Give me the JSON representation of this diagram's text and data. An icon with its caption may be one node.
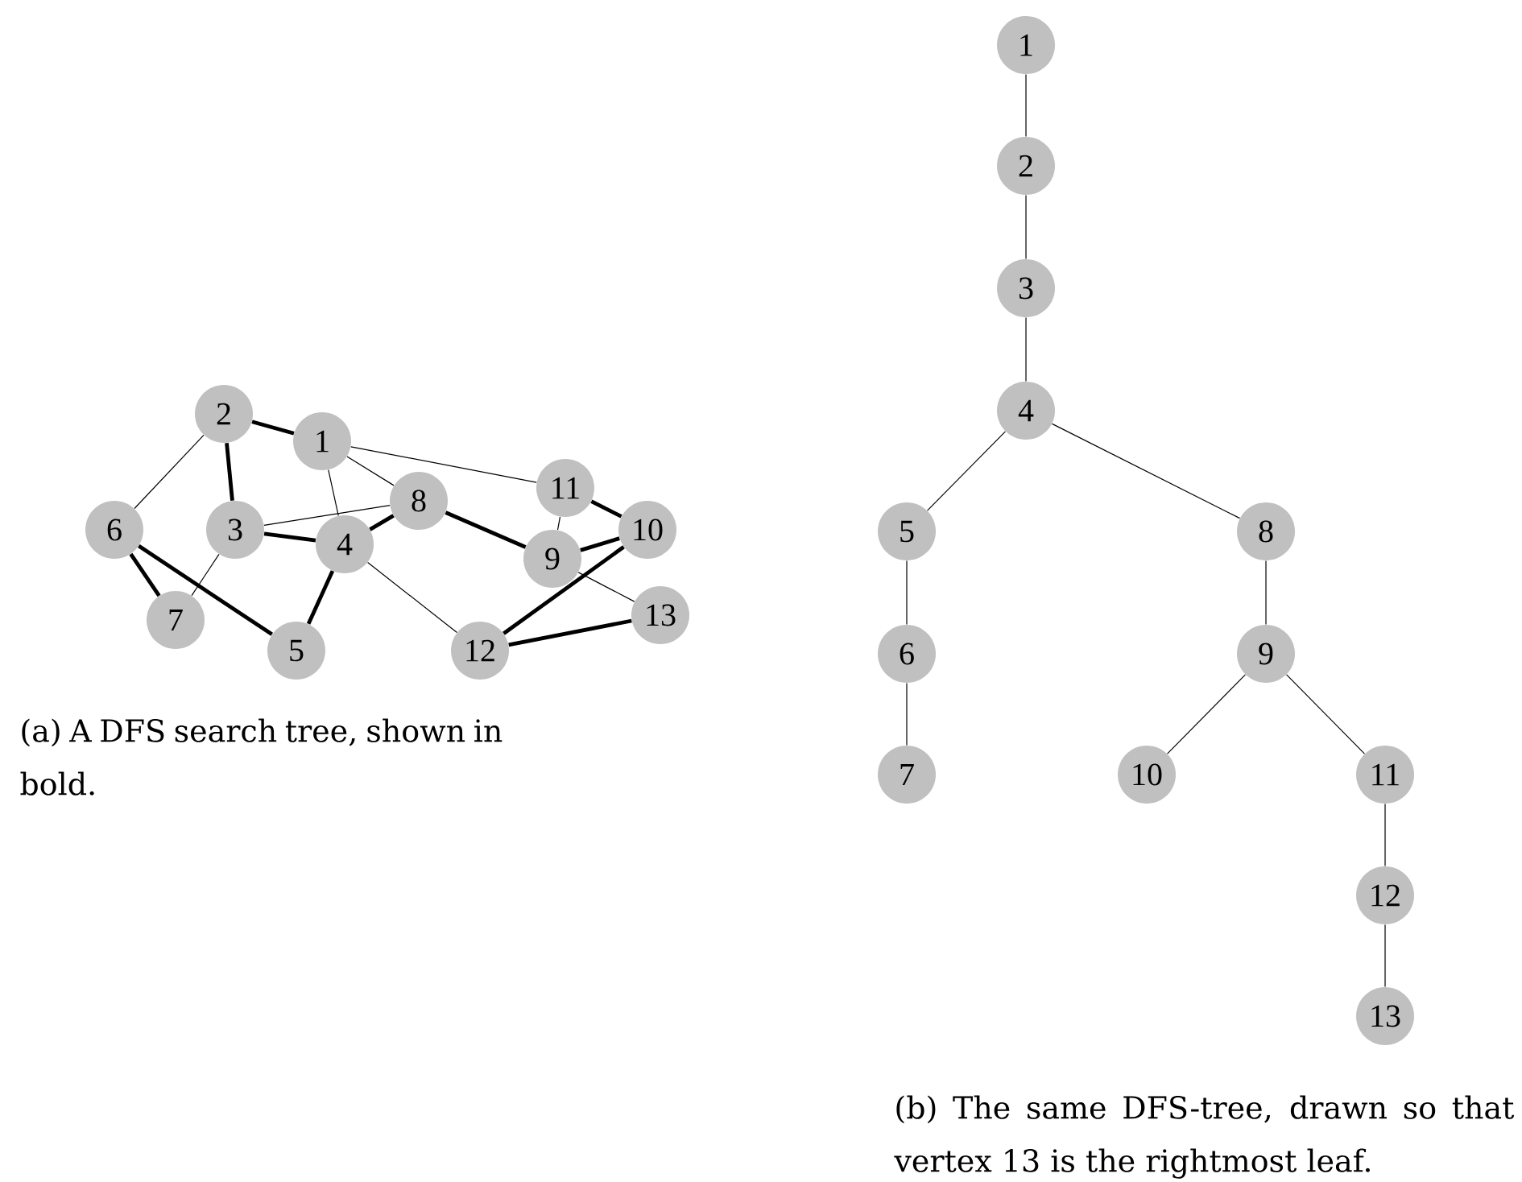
{
  "diagram": {
    "nodes": [
      {
        "text": [
          "1"
        ]
      },
      {
        "text": [
          "2"
        ]
      },
      {
        "text": [
          "3"
        ]
      },
      {
        "text": [
          "4"
        ]
      },
      {
        "text": [
          "5"
        ]
      },
      {
        "text": [
          "6"
        ]
      },
      {
        "text": [
          "7"
        ]
      },
      {
        "text": [
          "8"
        ]
      },
      {
        "text": [
          "9"
        ]
      },
      {
        "text": [
          "10"
        ]
      },
      {
        "text": [
          "11"
        ]
      },
      {
        "text": [
          "12"
        ]
      },
      {
        "text": [
          "13"
        ]
      },
      {
        "text": [
          "1"
        ]
      },
      {
        "text": [
          "2"
        ]
      },
      {
        "text": [
          "3"
        ]
      },
      {
        "text": [
          "4"
        ]
      },
      {
        "text": [
          "5"
        ]
      },
      {
        "text": [
          "6"
        ]
      },
      {
        "text": [
          "7"
        ]
      },
      {
        "text": [
          "8"
        ]
      },
      {
        "text": [
          "9"
        ]
      },
      {
        "text": [
          "10"
        ]
      },
      {
        "text": [
          "11"
        ]
      },
      {
        "text": [
          "12"
        ]
      },
      {
        "text": [
          "13"
        ]
      }
    ],
    "edges": [
      {
        "from": 1,
        "to": 0,
        "arrow": "none",
        "style": "thick"
      },
      {
        "from": 1,
        "to": 2,
        "arrow": "none",
        "style": "thick"
      },
      {
        "from": 1,
        "to": 5,
        "arrow": "none"
      },
      {
        "from": 0,
        "to": 3,
        "arrow": "none"
      },
      {
        "from": 0,
        "to": 7,
        "arrow": "none"
      },
      {
        "from": 0,
        "to": 10,
        "arrow": "none"
      },
      {
        "from": 2,
        "to": 7,
        "arrow": "none"
      },
      {
        "from": 2,
        "to": 3,
        "arrow": "none",
        "style": "thick"
      },
      {
        "from": 2,
        "to": 6,
        "arrow": "none"
      },
      {
        "from": 3,
        "to": 7,
        "arrow": "none",
        "style": "thick"
      },
      {
        "from": 3,
        "to": 4,
        "arrow": "none",
        "style": "thick"
      },
      {
        "from": 3,
        "to": 11,
        "arrow": "none"
      },
      {
        "from": 5,
        "to": 6,
        "arrow": "none",
        "style": "thick"
      },
      {
        "from": 5,
        "to": 4,
        "arrow": "none",
        "style": "thick"
      },
      {
        "from": 7,
        "to": 8,
        "arrow": "none",
        "style": "thick"
      },
      {
        "from": 10,
        "to": 8,
        "arrow": "none"
      },
      {
        "from": 10,
        "to": 9,
        "arrow": "none",
        "style": "thick"
      },
      {
        "from": 8,
        "to": 9,
        "arrow": "none",
        "style": "thick"
      },
      {
        "from": 8,
        "to": 12,
        "arrow": "none"
      },
      {
        "from": 9,
        "to": 11,
        "arrow": "none",
        "style": "thick"
      },
      {
        "from": 11,
        "to": 12,
        "arrow": "none",
        "style": "thick"
      },
      {
        "from": 13,
        "to": 14,
        "arrow": "none"
      },
      {
        "from": 14,
        "to": 15,
        "arrow": "none"
      },
      {
        "from": 15,
        "to": 16,
        "arrow": "none"
      },
      {
        "from": 16,
        "to": 17,
        "arrow": "none"
      },
      {
        "from": 16,
        "to": 20,
        "arrow": "none"
      },
      {
        "from": 17,
        "to": 18,
        "arrow": "none"
      },
      {
        "from": 18,
        "to": 19,
        "arrow": "none"
      },
      {
        "from": 20,
        "to": 21,
        "arrow": "none"
      },
      {
        "from": 21,
        "to": 22,
        "arrow": "none"
      },
      {
        "from": 21,
        "to": 23,
        "arrow": "none"
      },
      {
        "from": 23,
        "to": 24,
        "arrow": "none"
      },
      {
        "from": 24,
        "to": 25,
        "arrow": "none"
      }
    ],
    "labels": [
      "(a) A DFS search tree, shown in bold.",
      "(b) The same DFS-tree, drawn so that vertex 13 is the rightmost leaf."
    ]
  }
}
